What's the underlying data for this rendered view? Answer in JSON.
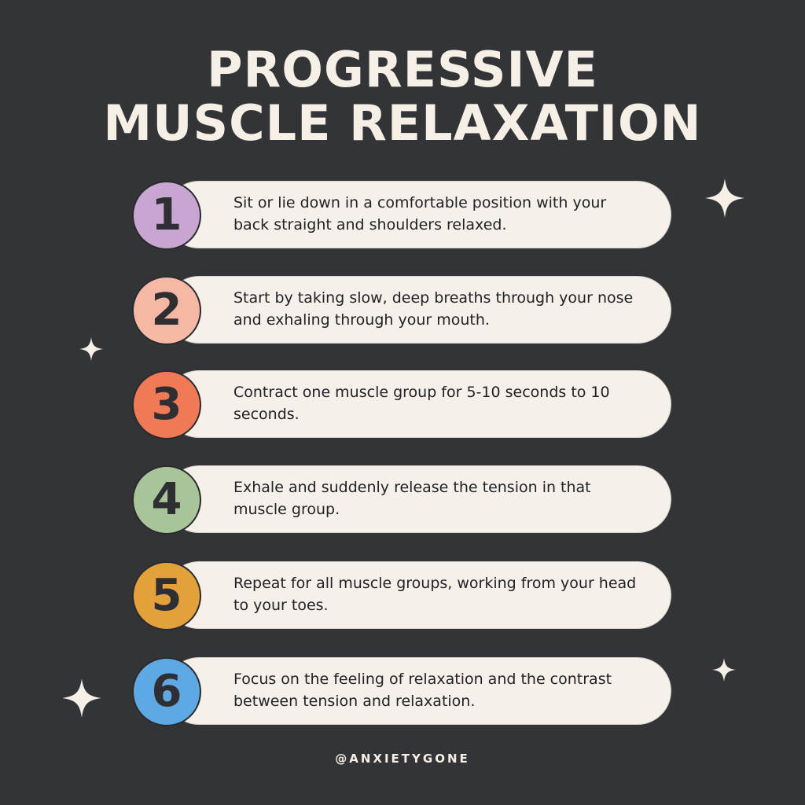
{
  "title": {
    "line1": "PROGRESSIVE",
    "line2": "MUSCLE RELAXATION"
  },
  "steps": [
    {
      "number": "1",
      "text": "Sit or lie down in a comfortable position with your back straight and shoulders relaxed.",
      "color": "#c9a6d2"
    },
    {
      "number": "2",
      "text": "Start by taking slow, deep breaths through your nose and exhaling through your mouth.",
      "color": "#f4b8a4"
    },
    {
      "number": "3",
      "text": "Contract one muscle group for 5-10 seconds to 10 seconds.",
      "color": "#f07a55"
    },
    {
      "number": "4",
      "text": " Exhale and suddenly release the tension in that muscle group.",
      "color": "#a8c59a"
    },
    {
      "number": "5",
      "text": "Repeat for all muscle groups, working from your head to your toes.",
      "color": "#e3a13c"
    },
    {
      "number": "6",
      "text": "Focus on the feeling of relaxation and the contrast between tension and relaxation.",
      "color": "#5ea8e4"
    }
  ],
  "footer": {
    "handle": "@ANXIETYGONE"
  },
  "colors": {
    "background": "#333438",
    "pill": "#f5f1ea",
    "title": "#f5efe6"
  },
  "icons": {
    "sparkle": "four-point-star"
  }
}
